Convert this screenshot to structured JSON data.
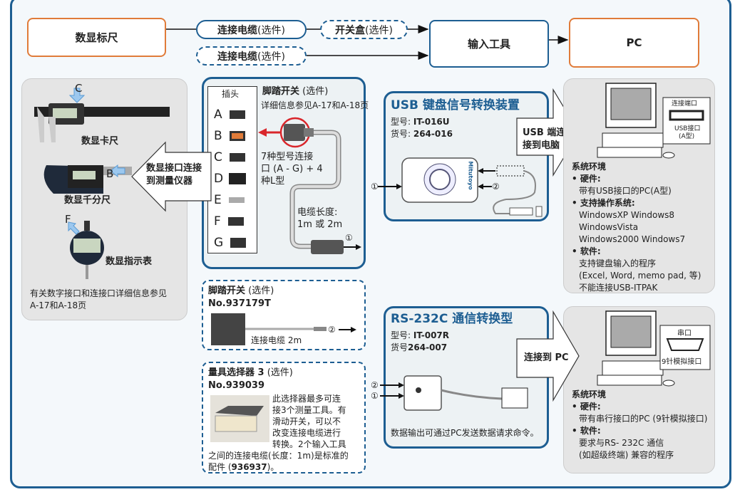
{
  "top": {
    "scale": "数显标尺",
    "cable1": "连接电缆",
    "cable1_opt": " (选件)",
    "switchbox": "开关盒",
    "switchbox_opt": " (选件)",
    "cable2": "连接电缆",
    "cable2_opt": "(选件)",
    "input_tool": "输入工具",
    "pc": "PC"
  },
  "instruments": {
    "caliper_port": "C",
    "caliper": "数显卡尺",
    "micrometer_port": "B",
    "micrometer": "数显千分尺",
    "indicator_port": "F",
    "indicator": "数显指示表",
    "note1": "有关数字接口和连接口详细信息参见",
    "note2": "A-17和A-18页",
    "arrow_l1": "数显接口连接",
    "arrow_l2": "到测量仪器"
  },
  "footswitch": {
    "plug_title": "插头",
    "plugs": [
      "A",
      "B",
      "C",
      "D",
      "E",
      "F",
      "G"
    ],
    "title": "脚踏开关",
    "title_opt": " (选件)",
    "detail": "详细信息参见A-17和A-18页",
    "types1": "7种型号连接",
    "types2": "口 (A - G) + 4",
    "types3": "种L型",
    "cable1": "电缆长度:",
    "cable2": "1m 或 2m",
    "marker": "①"
  },
  "usb": {
    "title": "USB 键盘信号转换装置",
    "model_label": "型号: ",
    "model": "IT-016U",
    "code_label": "货号: ",
    "code": "264-016",
    "in1": "①",
    "in2": "②",
    "arrow1": "USB 端连",
    "arrow2": "接到电脑",
    "brand": "Mitutoyo"
  },
  "pc1": {
    "port_title": "连接端口",
    "port_name": "USB接口",
    "port_type": "(A型)",
    "env": "系统环境",
    "hw": "• 硬件:",
    "hw_text": "带有USB接口的PC(A型)",
    "os": "• 支持操作系统:",
    "os1": "WindowsXP  Windows8",
    "os2": "WindowsVista",
    "os3": "Windows2000  Windows7",
    "sw": "• 软件:",
    "sw1": "支持键盘输入的程序",
    "sw2": "(Excel, Word, memo pad, 等)",
    "sw3": "不能连接USB-ITPAK"
  },
  "foot2": {
    "title": "脚踏开关",
    "title_opt": " (选件)",
    "no": "No.937179T",
    "cable": "连接电缆 2m",
    "marker": "②"
  },
  "selector": {
    "title": "量具选择器 3",
    "title_opt": " (选件)",
    "no": "No.939039",
    "d1": "此选择器最多可连",
    "d2": "接3个测量工具。有",
    "d3": "滑动开关，可以不",
    "d4": "改变连接电缆进行",
    "d5": "转换。2个输入工具",
    "d6": "之间的连接电缆(长度：1m)是标准的",
    "d7a": "配件 (",
    "d7b": "936937",
    "d7c": ")。"
  },
  "rs": {
    "title": "RS-232C 通信转换型",
    "model_label": "型号: ",
    "model": "IT-007R",
    "code_label": "货号",
    "code": "264-007",
    "in1": "②",
    "in2": "①",
    "arrow": "连接到 PC",
    "note": "数据输出可通过PC发送数据请求命令。"
  },
  "pc2": {
    "port_title": "串口",
    "port_name": "9针模拟接口",
    "env": "系统环境",
    "hw": "• 硬件:",
    "hw_text": "带有串行接口的PC (9针模拟接口)",
    "sw": "• 软件:",
    "sw1": "要求与RS- 232C 通信",
    "sw2": "(如超级终端) 兼容的程序"
  },
  "colors": {
    "blue": "#1d5e92",
    "orange": "#e07b39",
    "red": "#d9262b",
    "gray_panel": "#e5e5e5"
  }
}
